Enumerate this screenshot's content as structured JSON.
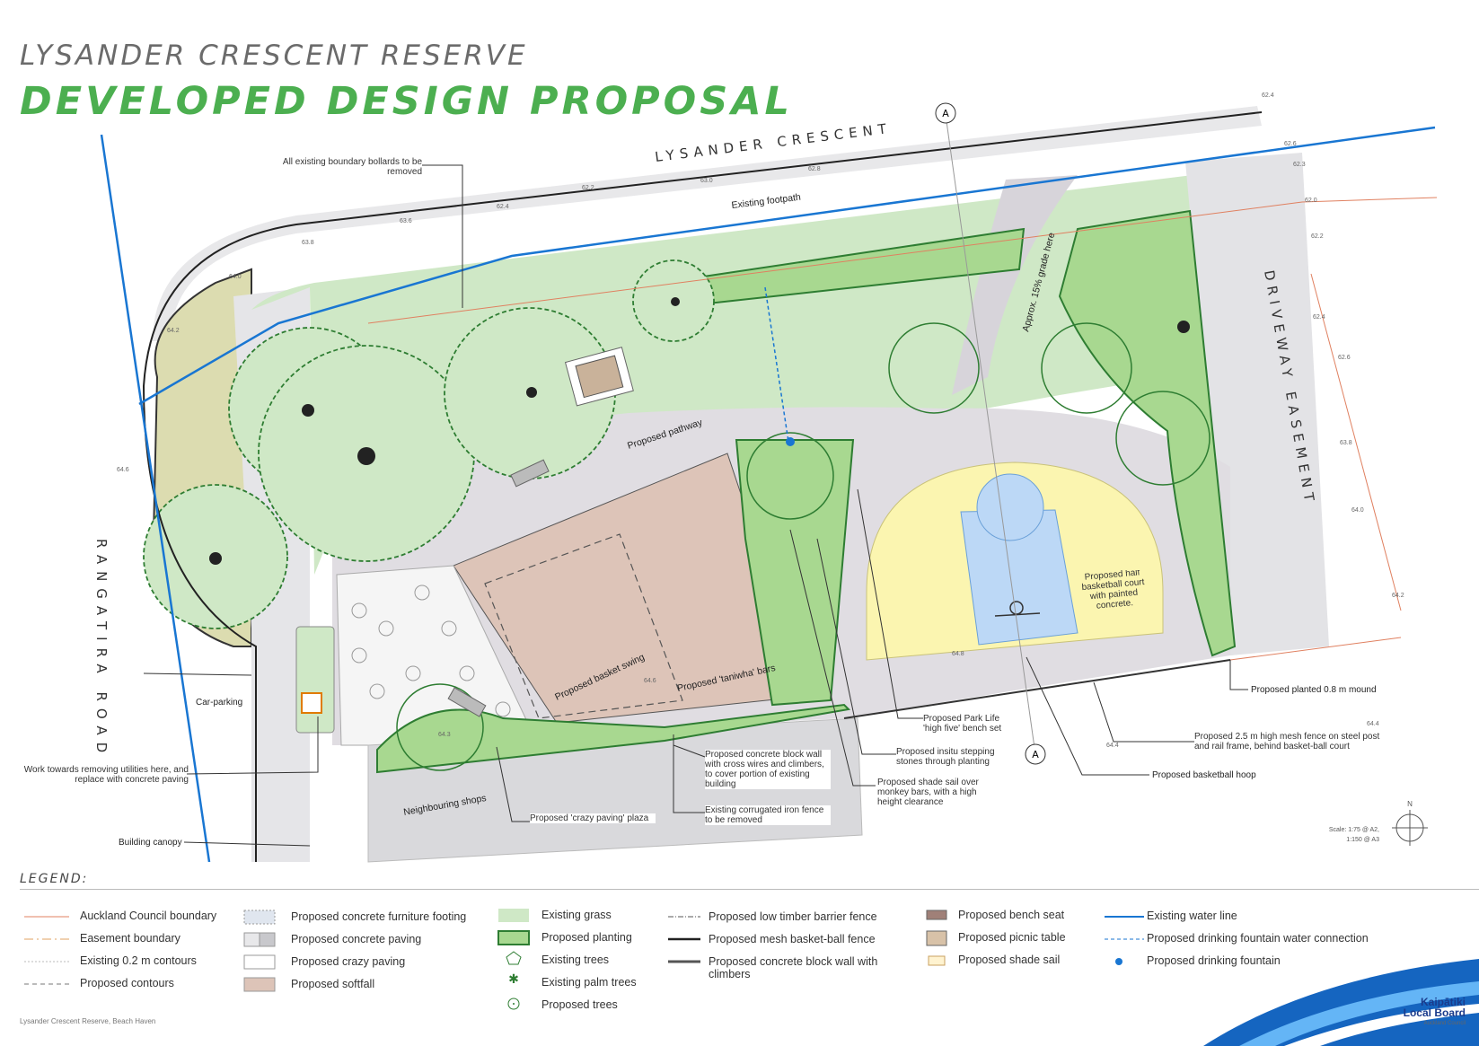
{
  "title": "LYSANDER CRESCENT RESERVE",
  "subtitle": "DEVELOPED DESIGN PROPOSAL",
  "streets": {
    "north": "LYSANDER CRESCENT",
    "west": "RANGATIRA ROAD",
    "east": "DRIVEWAY EASEMENT"
  },
  "section_marker": "A",
  "contours": [
    "62.4",
    "62.2",
    "63.0",
    "62.8",
    "62.4",
    "63.6",
    "63.8",
    "64.0",
    "64.2",
    "64.6",
    "62.4",
    "62.6",
    "62.3",
    "62.0",
    "62.2",
    "62.4",
    "62.6",
    "63.8",
    "64.0",
    "64.2",
    "64.4",
    "64.4",
    "64.3",
    "64.6",
    "64.8",
    "64.8",
    "63.8"
  ],
  "map_labels": {
    "existing_footpath": "Existing footpath",
    "grade": "Approx. 15% grade here",
    "proposed_pathway": "Proposed pathway",
    "basket_swing": "Proposed basket swing",
    "taniwha_bars": "Proposed 'taniwha' bars",
    "half_court": "Proposed half basketball court with painted concrete.",
    "neighbouring_shops": "Neighbouring shops"
  },
  "annotations": {
    "bollards": "All existing boundary bollards to be removed",
    "car_parking": "Car-parking",
    "utilities": "Work towards removing utilities here, and replace with concrete paving",
    "building_canopy": "Building canopy",
    "crazy_paving": "Proposed 'crazy paving' plaza",
    "block_wall": "Proposed concrete block wall with cross wires and climbers, to cover portion of existing building",
    "iron_fence": "Existing corrugated iron fence to be removed",
    "shade_sail": "Proposed shade sail over monkey bars, with a high height clearance",
    "stepping_stones": "Proposed insitu stepping stones through planting",
    "park_life": "Proposed Park Life 'high five' bench set",
    "hoop": "Proposed basketball hoop",
    "mesh_fence": "Proposed 2.5 m high mesh fence on steel post and rail frame, behind basket-ball court",
    "mound": "Proposed planted 0.8 m mound"
  },
  "scale": {
    "line1": "Scale: 1:75 @ A2,",
    "line2": "1:150 @ A3"
  },
  "north_label": "N",
  "legend": {
    "title": "LEGEND:",
    "col1": [
      "Auckland Council boundary",
      "Easement boundary",
      "Existing 0.2 m contours",
      "Proposed contours"
    ],
    "col2": [
      "Proposed concrete furniture footing",
      "Proposed concrete paving",
      "Proposed crazy paving",
      "Proposed softfall"
    ],
    "col3": [
      "Existing grass",
      "Proposed planting",
      "Existing trees",
      "Existing palm trees",
      "Proposed trees"
    ],
    "col4": [
      "Proposed low timber barrier fence",
      "Proposed mesh basket-ball fence",
      "Proposed concrete block wall with climbers"
    ],
    "col5": [
      "Proposed bench seat",
      "Proposed picnic table",
      "Proposed shade sail"
    ],
    "col6": [
      "Existing water line",
      "Proposed drinking fountain water connection",
      "Proposed drinking fountain"
    ]
  },
  "footer": "Lysander Crescent Reserve, Beach Haven",
  "logo": {
    "line1": "Kaipātiki",
    "line2": "Local Board",
    "line3": "Auckland Council"
  },
  "colors": {
    "title_green": "#4caf50",
    "grass": "#cfe8c6",
    "planting": "#a8d890",
    "softfall": "#ddc4b8",
    "paving": "#e0dde2",
    "court_yellow": "#fbf5b0",
    "court_blue": "#bcd8f6",
    "water_line": "#1976d2",
    "boundary": "#e08060"
  }
}
